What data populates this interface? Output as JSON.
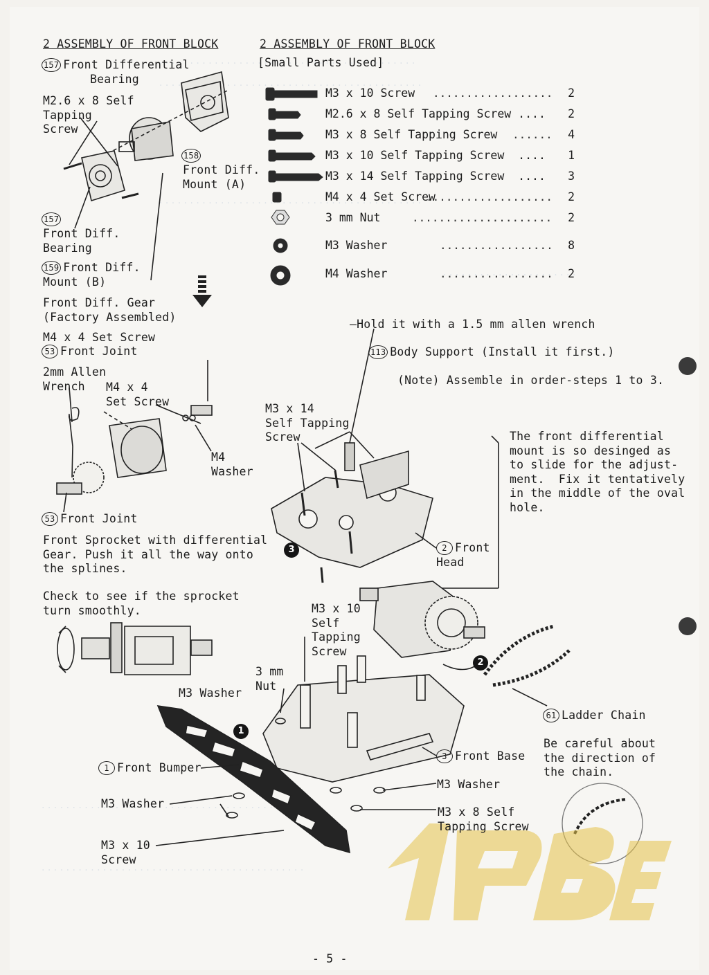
{
  "left_header": "2 ASSEMBLY OF FRONT BLOCK",
  "right_header": "2 ASSEMBLY OF FRONT BLOCK",
  "small_parts_title": "[Small Parts Used]",
  "parts": [
    {
      "name": "M3 x 10 Screw",
      "qty": "2",
      "icon": "screw-icon"
    },
    {
      "name": "M2.6 x 8 Self Tapping Screw ....",
      "qty": "2",
      "icon": "self-tapping-screw-icon"
    },
    {
      "name": "M3 x 8 Self Tapping Screw",
      "qty": "4",
      "icon": "self-tapping-screw-icon"
    },
    {
      "name": "M3 x 10 Self Tapping Screw  ....",
      "qty": "1",
      "icon": "self-tapping-screw-icon"
    },
    {
      "name": "M3 x 14 Self Tapping Screw  ....",
      "qty": "3",
      "icon": "self-tapping-screw-icon"
    },
    {
      "name": "M4 x 4 Set Screw",
      "qty": "2",
      "icon": "set-screw-icon"
    },
    {
      "name": "3 mm Nut",
      "qty": "2",
      "icon": "nut-icon"
    },
    {
      "name": "M3 Washer",
      "qty": "8",
      "icon": "washer-icon"
    },
    {
      "name": "M4 Washer",
      "qty": "2",
      "icon": "washer-icon"
    }
  ],
  "labels": {
    "n157": "157",
    "front_diff_bearing_line1": "Front Differential",
    "front_diff_bearing_line2": "Bearing",
    "m26_screw": "M2.6 x 8 Self\nTapping\nScrew",
    "n158": "158",
    "front_diff_mount_a": "Front Diff.\nMount (A)",
    "n157b": "157",
    "front_diff_bearing_b": "Front Diff.\nBearing",
    "n159": "159",
    "front_diff_mount_b_line1": "Front Diff.",
    "front_diff_mount_b_line2": "Mount (B)",
    "front_diff_gear": "Front Diff. Gear\n(Factory Assembled)",
    "m4_set_screw": "M4 x 4 Set Screw",
    "n53": "53",
    "front_joint": "Front Joint",
    "allen_wrench": "2mm Allen\nWrench",
    "m4x4_set_screw": "M4 x 4\nSet Screw",
    "m4_washer": "M4\nWasher",
    "n53b": "53",
    "front_joint_b": "Front Joint",
    "front_sprocket_note": "Front Sprocket with differential\nGear. Push it all the way onto\nthe splines.",
    "check_sprocket_note": "Check to see if the sprocket\nturn smoothly.",
    "hold_allen": "Hold it with a 1.5 mm allen wrench",
    "n113": "113",
    "body_support": "Body Support (Install it first.)",
    "assemble_note": "(Note) Assemble in order-steps 1 to 3.",
    "m3x14_screw": "M3 x 14\nSelf Tapping\nScrew",
    "front_diff_mount_note": "The front differential\nmount is so desinged as\nto slide for the adjust-\nment.  Fix it tentatively\nin the middle of the oval\nhole.",
    "n2": "2",
    "front_head": "Front\nHead",
    "m3x10_self_tapping": "M3 x 10\nSelf\nTapping\nScrew",
    "nut_3mm": "3 mm\nNut",
    "m3_washer_top": "M3 Washer",
    "n61": "61",
    "ladder_chain": "Ladder Chain",
    "chain_note": "Be careful about\nthe direction of\nthe chain.",
    "n3": "3",
    "front_base": "Front Base",
    "n1": "1",
    "front_bumper": "Front Bumper",
    "m3_washer_right": "M3 Washer",
    "m3_washer_left": "M3 Washer",
    "m3x8_self_tapping": "M3 x 8 Self\nTapping Screw",
    "m3x10_screw": "M3 x 10\nScrew"
  },
  "steps": {
    "step1": "1",
    "step2": "2",
    "step3": "3"
  },
  "page_number": "- 5 -",
  "colors": {
    "paper": "#f7f6f3",
    "ink": "#1c1c1c",
    "bleed": "#c9d3de",
    "logo": "#e6c34a"
  }
}
